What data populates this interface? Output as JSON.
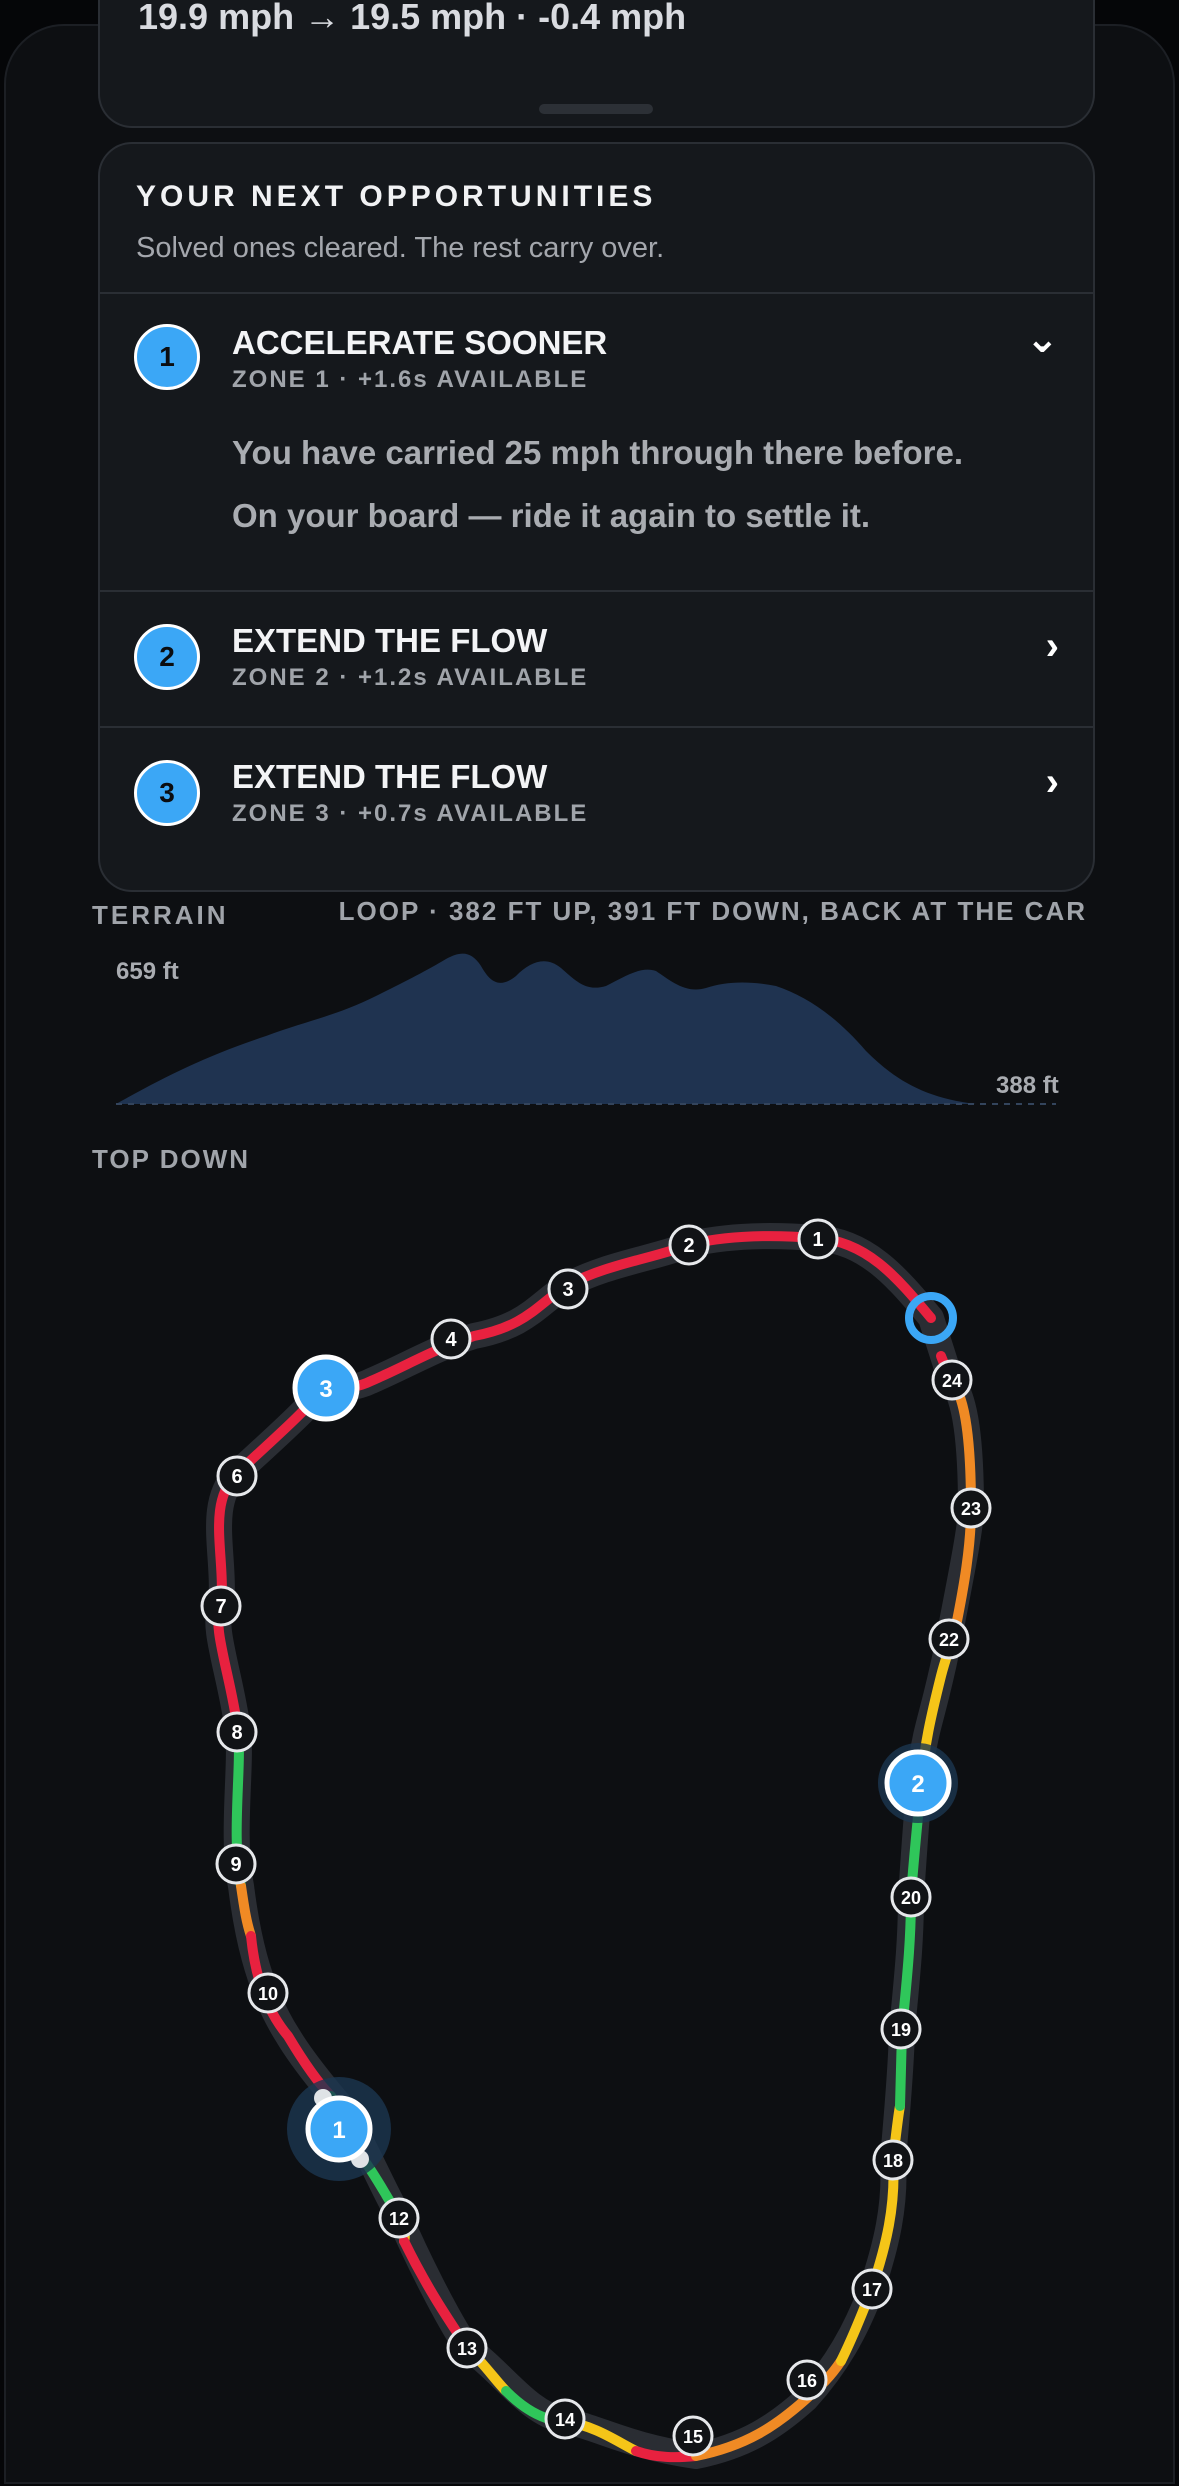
{
  "speed": {
    "summary": "19.9 mph → 19.5 mph · -0.4 mph"
  },
  "opportunities": {
    "title": "YOUR NEXT OPPORTUNITIES",
    "subtitle": "Solved ones cleared. The rest carry over.",
    "items": [
      {
        "number": "1",
        "title": "ACCELERATE SOONER",
        "meta": "ZONE 1 · +1.6s AVAILABLE",
        "expanded": true,
        "chevron": "⌄",
        "body_line1": "You have carried 25 mph through there before.",
        "body_line2": "On your board — ride it again to settle it."
      },
      {
        "number": "2",
        "title": "EXTEND THE FLOW",
        "meta": "ZONE 2 · +1.2s AVAILABLE",
        "expanded": false,
        "chevron": "›"
      },
      {
        "number": "3",
        "title": "EXTEND THE FLOW",
        "meta": "ZONE 3 · +0.7s AVAILABLE",
        "expanded": false,
        "chevron": "›"
      }
    ]
  },
  "terrain": {
    "label": "TERRAIN",
    "summary": "LOOP · 382 FT UP, 391 FT DOWN, BACK AT THE CAR",
    "max_label": "659 ft",
    "min_label": "388 ft",
    "fill_color": "#1f3350"
  },
  "topdown": {
    "label": "TOP DOWN",
    "colors": {
      "red": "#e8213f",
      "orange": "#f08a24",
      "yellow": "#f5c518",
      "green": "#2fc65a",
      "zone": "#3ba7f6"
    },
    "markers": [
      "1",
      "2",
      "3",
      "4",
      "6",
      "7",
      "8",
      "9",
      "10",
      "12",
      "13",
      "14",
      "15",
      "16",
      "17",
      "18",
      "19",
      "20",
      "22",
      "23",
      "24"
    ],
    "zones": [
      "1",
      "2",
      "3"
    ]
  }
}
